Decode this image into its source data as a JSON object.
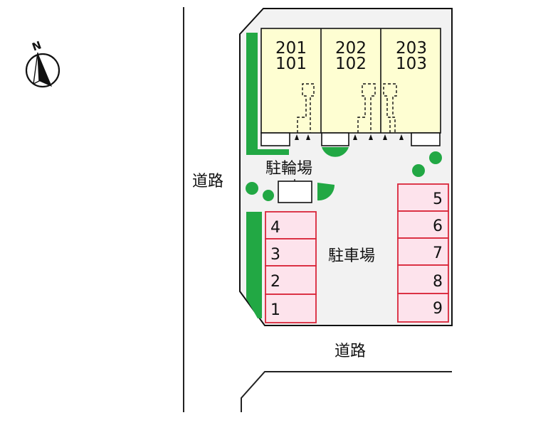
{
  "compass": {
    "label": "N"
  },
  "roads": {
    "west_label": "道路",
    "south_label": "道路"
  },
  "units": [
    {
      "upper": "201",
      "lower": "101"
    },
    {
      "upper": "202",
      "lower": "102"
    },
    {
      "upper": "203",
      "lower": "103"
    }
  ],
  "bicycle_parking": {
    "label": "駐輪場"
  },
  "parking": {
    "label": "駐車場",
    "left_spaces": [
      "4",
      "3",
      "2",
      "1"
    ],
    "right_spaces": [
      "5",
      "6",
      "7",
      "8",
      "9"
    ]
  },
  "colors": {
    "lot": "#f2f2f2",
    "building": "#fefed2",
    "greenery": "#22a844",
    "space_fill": "#fde3ec",
    "space_border": "#d9263a"
  }
}
